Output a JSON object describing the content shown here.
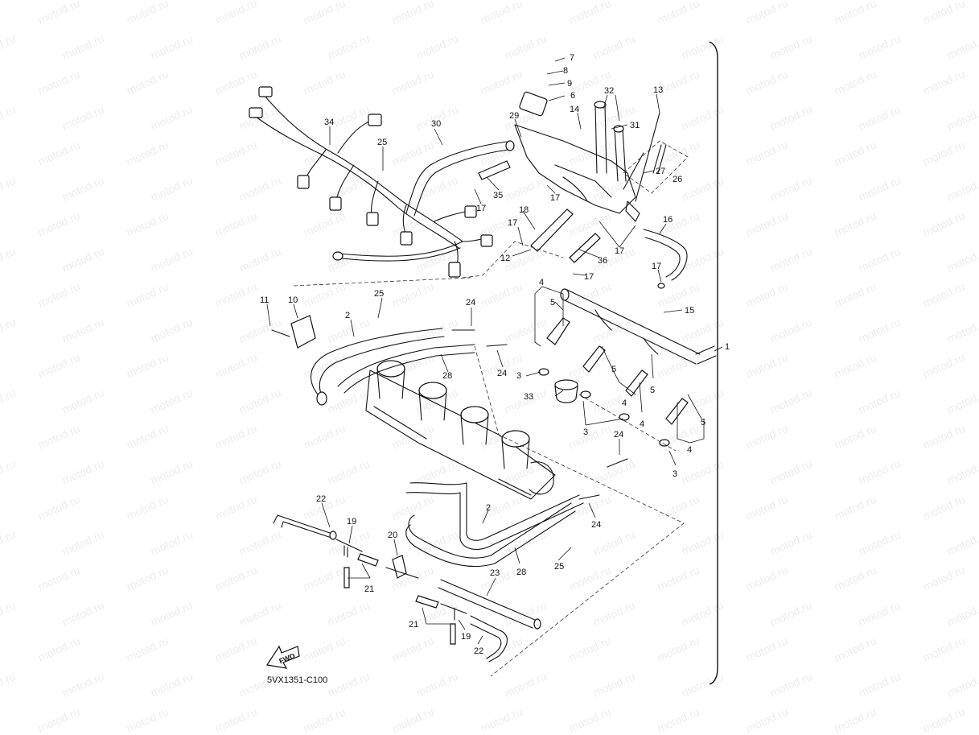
{
  "drawing_code": "5VX1351-C100",
  "fwd_arrow": {
    "label": "FWD",
    "icon": "fwd-arrow-icon"
  },
  "watermark": "motod.ru",
  "callouts": [
    {
      "id": "7",
      "label": "7"
    },
    {
      "id": "8",
      "label": "8"
    },
    {
      "id": "9",
      "label": "9"
    },
    {
      "id": "6",
      "label": "6"
    },
    {
      "id": "32",
      "label": "32"
    },
    {
      "id": "13",
      "label": "13"
    },
    {
      "id": "14",
      "label": "14"
    },
    {
      "id": "29",
      "label": "29"
    },
    {
      "id": "31",
      "label": "31"
    },
    {
      "id": "30",
      "label": "30"
    },
    {
      "id": "34",
      "label": "34"
    },
    {
      "id": "25a",
      "label": "25"
    },
    {
      "id": "27",
      "label": "27"
    },
    {
      "id": "26",
      "label": "26"
    },
    {
      "id": "35",
      "label": "35"
    },
    {
      "id": "17a",
      "label": "17"
    },
    {
      "id": "17b",
      "label": "17"
    },
    {
      "id": "18",
      "label": "18"
    },
    {
      "id": "17c",
      "label": "17"
    },
    {
      "id": "16",
      "label": "16"
    },
    {
      "id": "17d",
      "label": "17"
    },
    {
      "id": "12",
      "label": "12"
    },
    {
      "id": "36",
      "label": "36"
    },
    {
      "id": "17e",
      "label": "17"
    },
    {
      "id": "17f",
      "label": "17"
    },
    {
      "id": "4a",
      "label": "4"
    },
    {
      "id": "5a",
      "label": "5"
    },
    {
      "id": "11",
      "label": "11"
    },
    {
      "id": "10",
      "label": "10"
    },
    {
      "id": "25b",
      "label": "25"
    },
    {
      "id": "24a",
      "label": "24"
    },
    {
      "id": "2a",
      "label": "2"
    },
    {
      "id": "15",
      "label": "15"
    },
    {
      "id": "1",
      "label": "1"
    },
    {
      "id": "24b",
      "label": "24"
    },
    {
      "id": "28a",
      "label": "28"
    },
    {
      "id": "3a",
      "label": "3"
    },
    {
      "id": "5b",
      "label": "5"
    },
    {
      "id": "33",
      "label": "33"
    },
    {
      "id": "4b",
      "label": "4"
    },
    {
      "id": "5c",
      "label": "5"
    },
    {
      "id": "3b",
      "label": "3"
    },
    {
      "id": "4c",
      "label": "4"
    },
    {
      "id": "5d",
      "label": "5"
    },
    {
      "id": "4d",
      "label": "4"
    },
    {
      "id": "3c",
      "label": "3"
    },
    {
      "id": "24c",
      "label": "24"
    },
    {
      "id": "22a",
      "label": "22"
    },
    {
      "id": "2b",
      "label": "2"
    },
    {
      "id": "24d",
      "label": "24"
    },
    {
      "id": "19a",
      "label": "19"
    },
    {
      "id": "20",
      "label": "20"
    },
    {
      "id": "28b",
      "label": "28"
    },
    {
      "id": "25c",
      "label": "25"
    },
    {
      "id": "21a",
      "label": "21"
    },
    {
      "id": "23",
      "label": "23"
    },
    {
      "id": "21b",
      "label": "21"
    },
    {
      "id": "19b",
      "label": "19"
    },
    {
      "id": "22b",
      "label": "22"
    }
  ]
}
